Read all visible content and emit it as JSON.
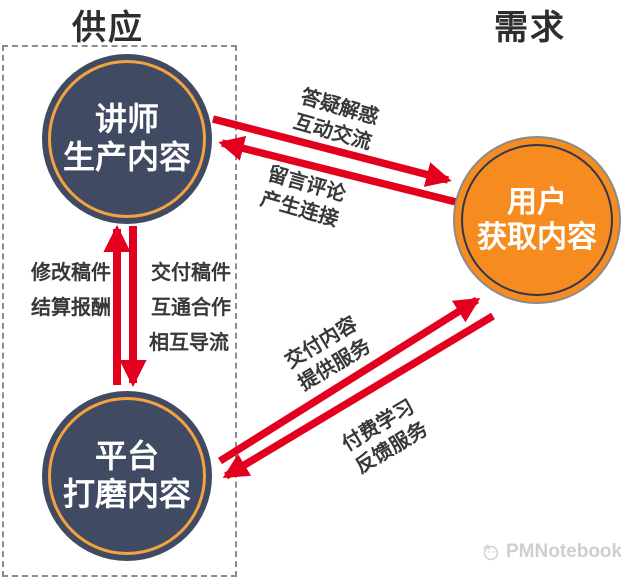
{
  "titles": {
    "supply": "供应",
    "demand": "需求"
  },
  "nodes": {
    "lecturer": {
      "line1": "讲师",
      "line2": "生产内容"
    },
    "platform": {
      "line1": "平台",
      "line2": "打磨内容"
    },
    "user": {
      "line1": "用户",
      "line2": "获取内容"
    }
  },
  "edges": {
    "lecturer_to_user": {
      "line1": "答疑解惑",
      "line2": "互动交流"
    },
    "user_to_lecturer": {
      "line1": "留言评论",
      "line2": "产生连接"
    },
    "platform_to_lecturer": {
      "label1": "修改稿件",
      "label2": "结算报酬"
    },
    "lecturer_to_platform": {
      "label1": "交付稿件",
      "label2": "互通合作",
      "label3": "相互导流"
    },
    "platform_to_user": {
      "line1": "交付内容",
      "line2": "提供服务"
    },
    "user_to_platform": {
      "line1": "付费学习",
      "line2": "反馈服务"
    }
  },
  "watermark": {
    "text": "PMNotebook",
    "icon": "pmnotebook-logo"
  },
  "colors": {
    "node_navy": "#414A63",
    "node_orange": "#F68B1F",
    "ring_orange": "#F2A340",
    "ring_navy": "#2E3750",
    "arrow_red": "#E3001E"
  }
}
